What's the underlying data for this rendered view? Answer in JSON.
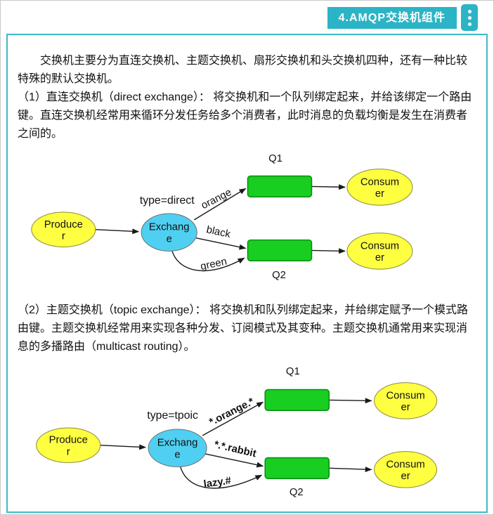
{
  "header": {
    "title": "4.AMQP交换机组件",
    "menu_icon": "vertical-dots-menu"
  },
  "colors": {
    "accent_teal": "#2bb4c6",
    "border_teal": "#3fb9c9",
    "node_yellow": "#ffff42",
    "node_cyan": "#4fd0f2",
    "queue_green": "#17ce21"
  },
  "paragraphs": {
    "intro": "交换机主要分为直连交换机、主题交换机、扇形交换机和头交换机四种，还有一种比较特殊的默认交换机。",
    "direct": "（1）直连交换机（direct exchange）： 将交换机和一个队列绑定起来，并给该绑定一个路由键。直连交换机经常用来循环分发任务给多个消费者，此时消息的负载均衡是发生在消费者之间的。",
    "topic": "（2）主题交换机（topic exchange）： 将交换机和队列绑定起来，并给绑定赋予一个模式路由键。主题交换机经常用来实现各种分发、订阅模式及其变种。主题交换机通常用来实现消息的多播路由（multicast routing）。"
  },
  "diagram_direct": {
    "type_label": "type=direct",
    "producer_line1": "Produce",
    "producer_line2": "r",
    "exchange_line1": "Exchang",
    "exchange_line2": "e",
    "q1_label": "Q1",
    "q2_label": "Q2",
    "consumer1_line1": "Consum",
    "consumer1_line2": "er",
    "consumer2_line1": "Consum",
    "consumer2_line2": "er",
    "routing_key_top": "orange",
    "routing_key_mid": "black",
    "routing_key_bottom": "green"
  },
  "diagram_topic": {
    "type_label": "type=tpoic",
    "producer_line1": "Produce",
    "producer_line2": "r",
    "exchange_line1": "Exchang",
    "exchange_line2": "e",
    "q1_label": "Q1",
    "q2_label": "Q2",
    "consumer1_line1": "Consum",
    "consumer1_line2": "er",
    "consumer2_line1": "Consum",
    "consumer2_line2": "er",
    "routing_key_top": "*.orange.*",
    "routing_key_mid": "*.*.rabbit",
    "routing_key_bottom": "lazy.#"
  }
}
